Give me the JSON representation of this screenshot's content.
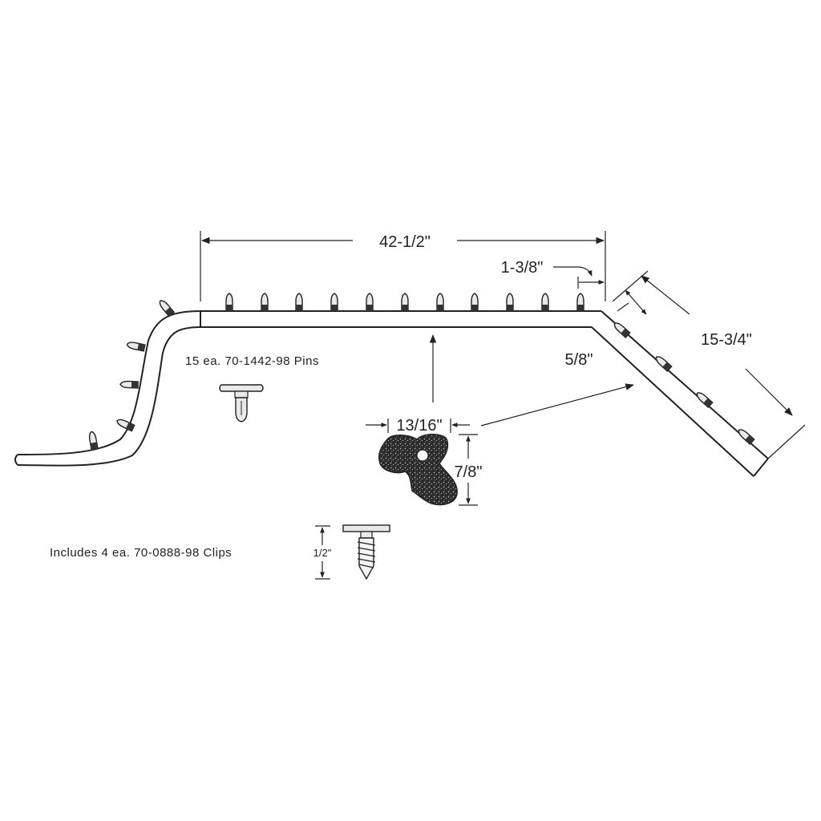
{
  "dimensions": {
    "overall_length": "42-1/2\"",
    "end_offset": "1-3/8\"",
    "angled_length": "15-3/4\"",
    "end_gap": "5/8\"",
    "profile_width": "13/16\"",
    "profile_height": "7/8\"",
    "clip_height": "1/2\""
  },
  "notes": {
    "pins": "15 ea. 70-1442-98 Pins",
    "clips": "Includes 4 ea. 70-0888-98 Clips"
  },
  "colors": {
    "line": "#222222",
    "rubber": "#2b2b2b",
    "speckle": "#bdbdbd",
    "pin_fill": "#e9e9e9"
  },
  "icons": [
    "pin-icon",
    "clip-icon",
    "profile-cross-section-icon",
    "arrowhead-icon"
  ]
}
